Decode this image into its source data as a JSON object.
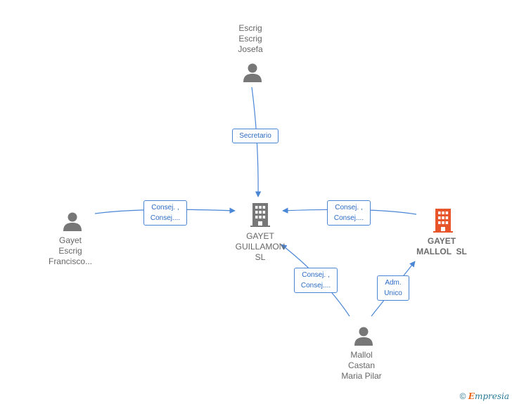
{
  "colors": {
    "edge": "#4a86d6",
    "person": "#777777",
    "company": "#777777",
    "company_accent": "#e8552a"
  },
  "nodes": {
    "escrig_josefa": {
      "lines": [
        "Escrig",
        "Escrig",
        "Josefa"
      ],
      "icon": "person-icon"
    },
    "gayet_francisco": {
      "lines": [
        "Gayet",
        "Escrig",
        "Francisco..."
      ],
      "icon": "person-icon"
    },
    "gayet_guillamon": {
      "lines": [
        "GAYET",
        "GUILLAMON",
        "SL"
      ],
      "icon": "building-icon"
    },
    "gayet_mallol": {
      "lines": [
        "GAYET",
        "MALLOL  SL"
      ],
      "icon": "building-icon"
    },
    "mallol_castan": {
      "lines": [
        "Mallol",
        "Castan",
        "Maria Pilar"
      ],
      "icon": "person-icon"
    }
  },
  "edges": {
    "secretario": {
      "lines": [
        "Secretario"
      ]
    },
    "francisco_consej": {
      "lines": [
        "Consej. ,",
        "Consej...."
      ]
    },
    "mallol_sl_consej": {
      "lines": [
        "Consej. ,",
        "Consej...."
      ]
    },
    "maria_consej": {
      "lines": [
        "Consej. ,",
        "Consej...."
      ]
    },
    "maria_adm": {
      "lines": [
        "Adm.",
        "Unico"
      ]
    }
  },
  "footer": {
    "copyright_symbol": "©",
    "brand_initial": "E",
    "brand_rest": "mpresia"
  }
}
